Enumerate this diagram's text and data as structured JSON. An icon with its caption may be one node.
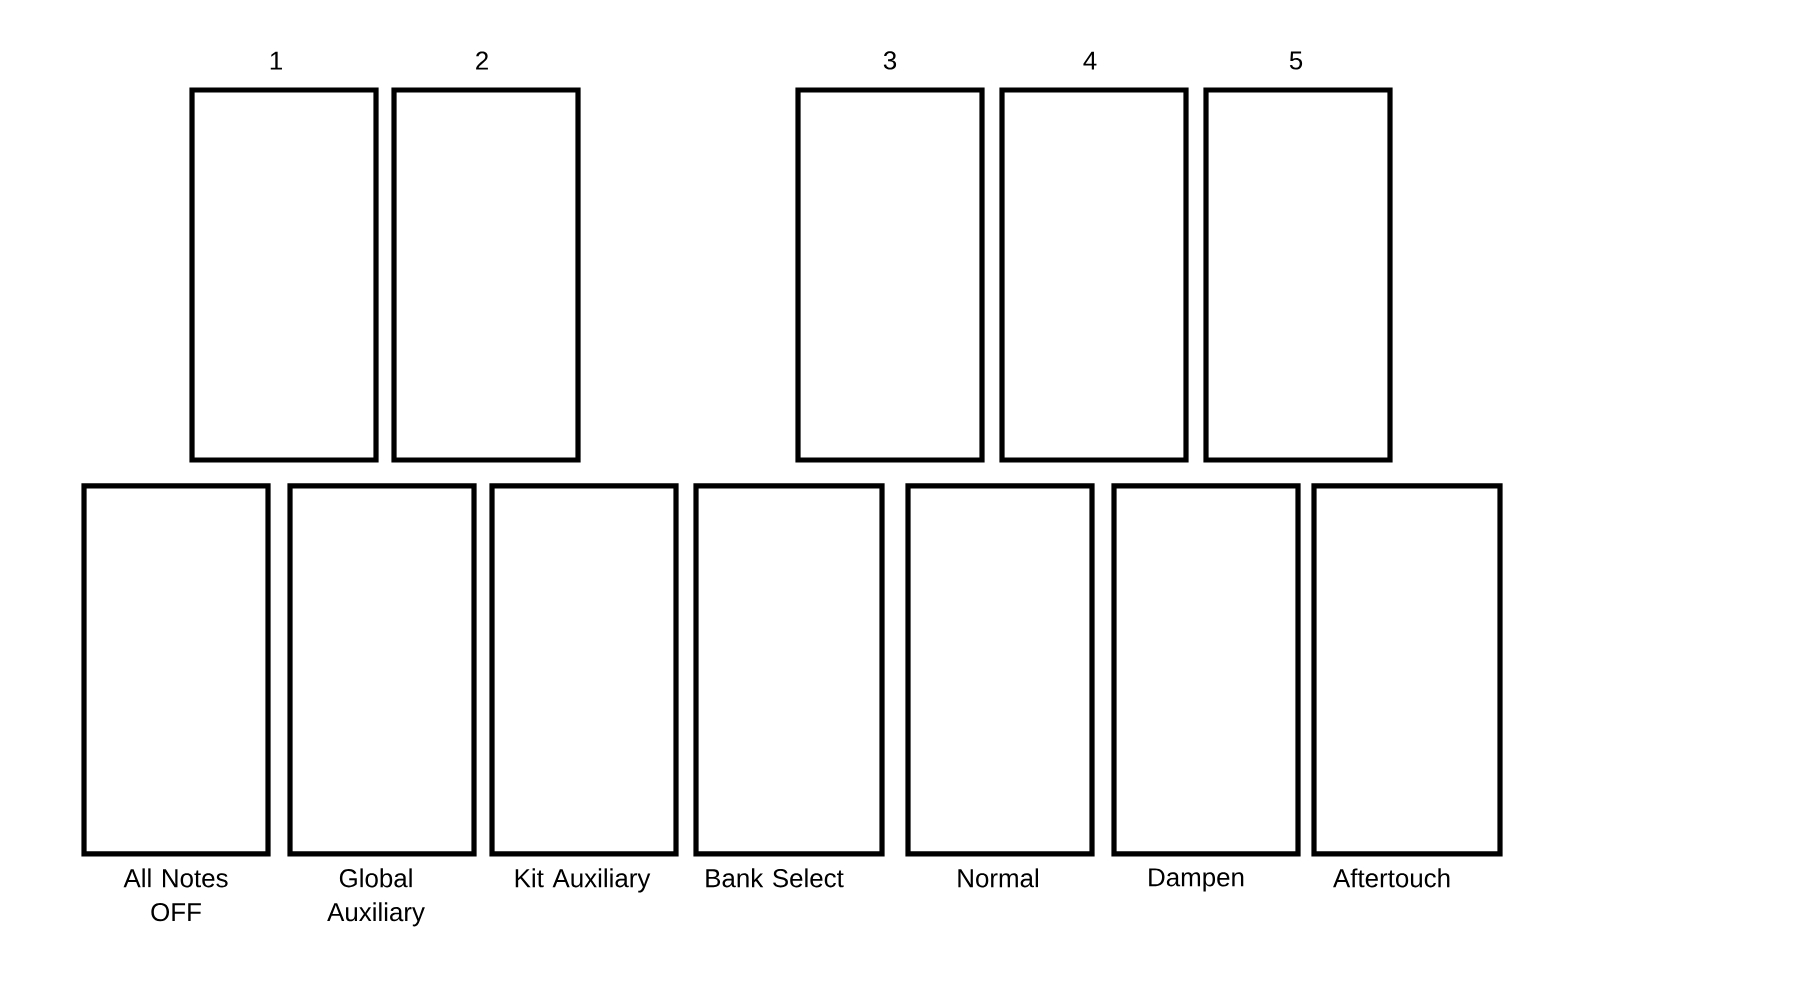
{
  "diagram": {
    "nodes": [
      {
        "text": [
          "1"
        ]
      },
      {
        "text": [
          "2"
        ]
      },
      {
        "text": [
          "3"
        ]
      },
      {
        "text": [
          "4"
        ]
      },
      {
        "text": [
          "5"
        ]
      },
      {
        "text": [
          "All Notes OFF"
        ]
      },
      {
        "text": [
          "Global Auxiliary"
        ]
      },
      {
        "text": [
          "Kit Auxiliary"
        ]
      },
      {
        "text": [
          "Bank Select"
        ]
      },
      {
        "text": [
          "Normal"
        ]
      },
      {
        "text": [
          "Dampen"
        ]
      },
      {
        "text": [
          "Aftertouch"
        ]
      }
    ]
  }
}
